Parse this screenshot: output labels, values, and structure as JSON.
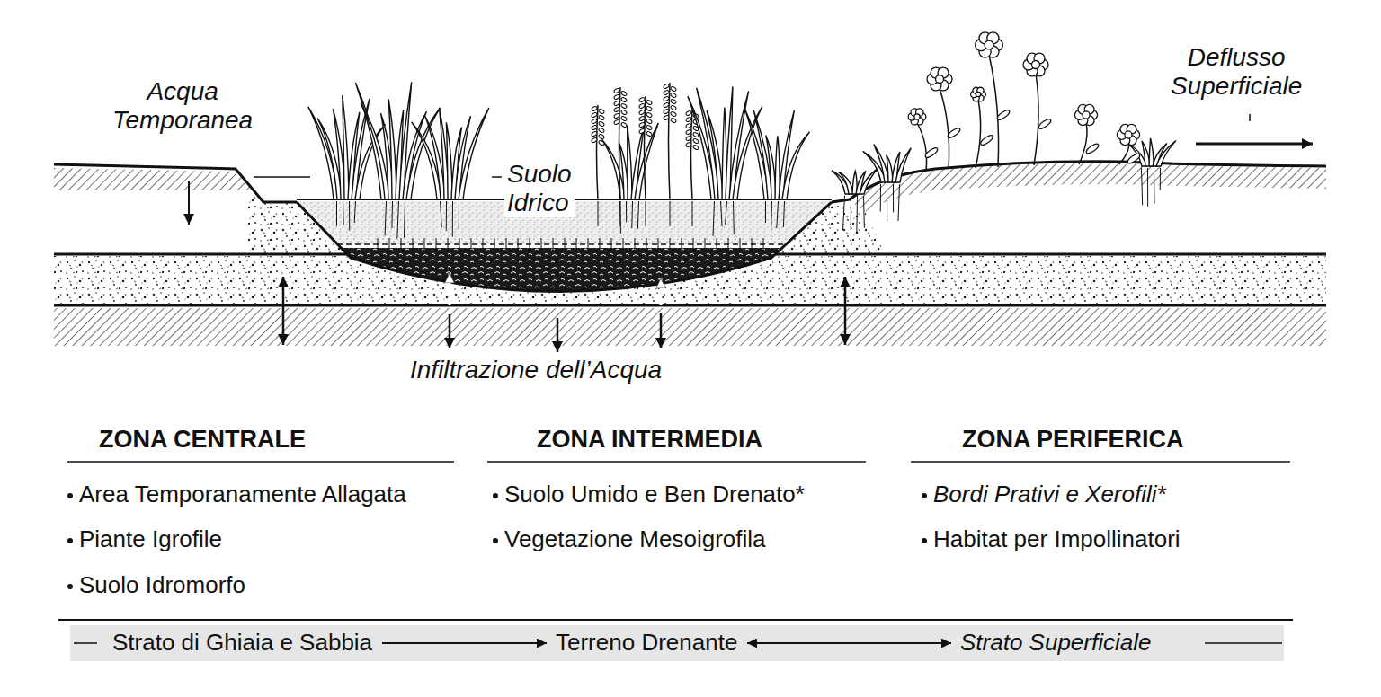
{
  "diagram": {
    "nodes": [
      {
        "text": [
          "Strato di Ghiaia e Sabbia"
        ]
      },
      {
        "text": [
          "Terreno Drenante"
        ]
      },
      {
        "text": [
          "Strato Superficiale"
        ]
      }
    ],
    "edges": [
      {
        "from": 0,
        "to": 1,
        "arrow": "to"
      },
      {
        "from": 1,
        "to": 2,
        "arrow": "both"
      }
    ],
    "labels": [
      "Acqua Temporanea",
      "Suolo Idrico",
      "Deflusso Superficiale",
      "Infiltrazione dell’Acqua",
      "ZONA CENTRALE",
      "Area Temporanamente Allagata",
      "Piante Igrofile",
      "Suolo Idromorfo",
      "ZONA INTERMEDIA",
      "Suolo Umido e Ben Drenato*",
      "Vegetazione Mesoigrofila",
      "ZONA PERIFERICA",
      "Bordi Prativi e Xerofili*",
      "Habitat per Impollinatori"
    ]
  }
}
